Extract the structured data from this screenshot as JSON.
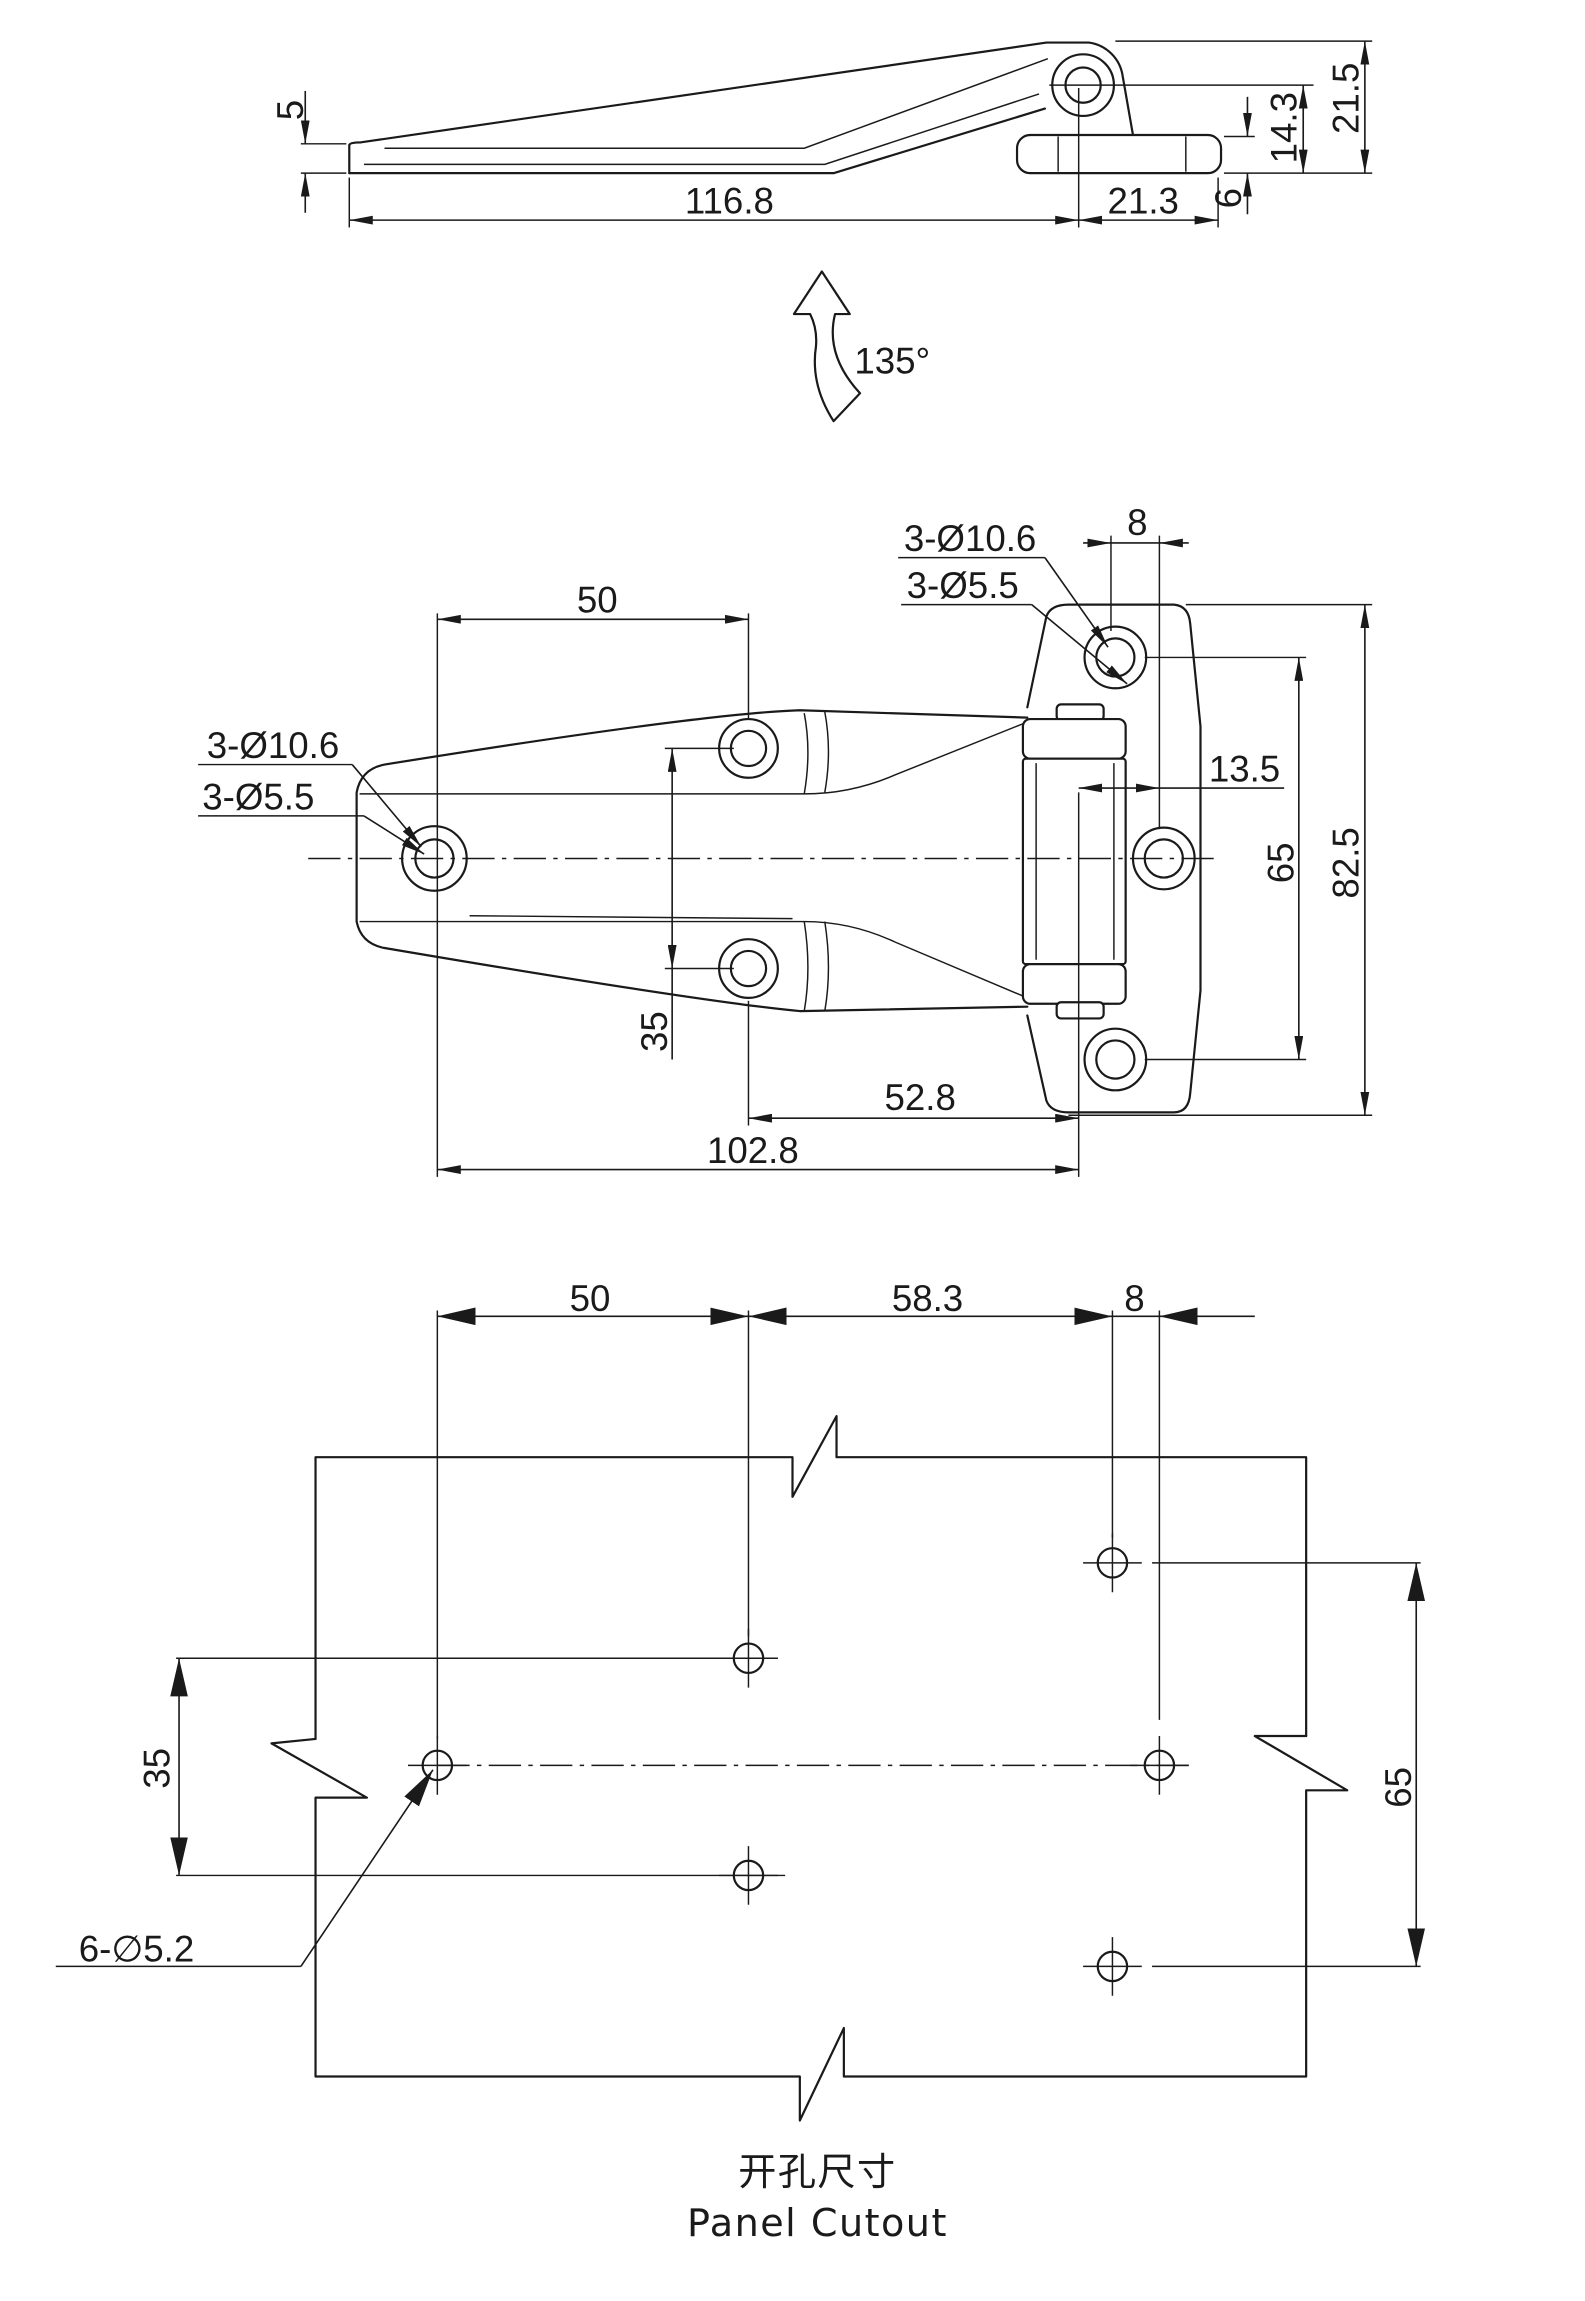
{
  "side_view": {
    "leaf_thickness": "5",
    "leaf_length": "116.8",
    "knuckle_offset": "21.3",
    "base_thickness": "6",
    "pin_height": "14.3",
    "total_height": "21.5"
  },
  "rotation": {
    "angle_label": "135°"
  },
  "front_view": {
    "plate_hole_large_label": "3-Ø10.6",
    "plate_hole_small_label": "3-Ø5.5",
    "plate_hole_offset": "8",
    "leaf_hole_spacing_x": "50",
    "leaf_hole_large_label": "3-Ø10.6",
    "leaf_hole_small_label": "3-Ø5.5",
    "pin_to_hole": "13.5",
    "plate_hole_spacing_y": "65",
    "plate_height": "82.5",
    "leaf_hole_spacing_y": "35",
    "pin_to_leaf_hole": "52.8",
    "pin_to_end_hole": "102.8"
  },
  "panel_cutout": {
    "spacing_1": "50",
    "spacing_2": "58.3",
    "spacing_3": "8",
    "left_vertical_spacing": "35",
    "right_vertical_spacing": "65",
    "hole_label": "6-∅5.2",
    "title_cn": "开孔尺寸",
    "title_en": "Panel Cutout"
  }
}
